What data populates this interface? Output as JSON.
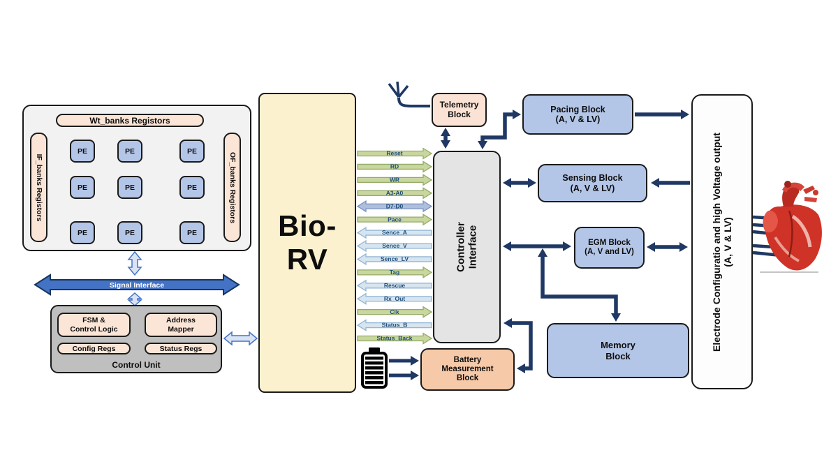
{
  "labels": {
    "wt_banner": "Wt_banks Registors",
    "if_reg": "IF_banks Registors",
    "of_reg": "OF_banks Registors",
    "pe": "PE",
    "signal_interface": "Signal Interface",
    "fsm": "FSM &\nControl Logic",
    "address_mapper": "Address\nMapper",
    "config_regs": "Config Regs",
    "status_regs": "Status Regs",
    "control_unit": "Control Unit",
    "bio_rv": "Bio-RV",
    "controller_interface": "Controller\nInterface",
    "telemetry": "Telemetry\nBlock",
    "pacing": "Pacing Block\n(A, V & LV)",
    "sensing": "Sensing Block\n(A, V & LV)",
    "egm": "EGM Block\n(A, V and LV)",
    "memory": "Memory\nBlock",
    "battery_measurement": "Battery\nMeasurement\nBlock",
    "electrode": "Electrode Configuratio and high Voltage output\n(A, V & LV)"
  },
  "signals": [
    {
      "label": "Reset",
      "dir": "right",
      "type": "green"
    },
    {
      "label": "RD",
      "dir": "right",
      "type": "green"
    },
    {
      "label": "WR",
      "dir": "right",
      "type": "green"
    },
    {
      "label": "A3-A0",
      "dir": "right",
      "type": "green"
    },
    {
      "label": "D7-D0",
      "dir": "both",
      "type": "blue"
    },
    {
      "label": "Pace",
      "dir": "right",
      "type": "green"
    },
    {
      "label": "Sence_A",
      "dir": "left",
      "type": "lightblue"
    },
    {
      "label": "Sence_V",
      "dir": "left",
      "type": "lightblue"
    },
    {
      "label": "Sence_LV",
      "dir": "left",
      "type": "lightblue"
    },
    {
      "label": "Tag",
      "dir": "right",
      "type": "green"
    },
    {
      "label": "Rescue",
      "dir": "left",
      "type": "lightblue"
    },
    {
      "label": "Rx_Out",
      "dir": "left",
      "type": "lightblue"
    },
    {
      "label": "Clk",
      "dir": "right",
      "type": "green"
    },
    {
      "label": "Status_B",
      "dir": "left",
      "type": "lightblue"
    },
    {
      "label": "Status_Back",
      "dir": "right",
      "type": "green"
    }
  ],
  "colors": {
    "navy_connector": "#1f3864",
    "blue_block": "#b4c6e7",
    "peach_block": "#fbe5d6",
    "battery_block": "#f6c9a8",
    "bio_rv_fill": "#fbf1cf",
    "signal_bar": "#4472c4",
    "green_arrow": "#c9d79f",
    "lightblue_arrow": "#d7e5f0",
    "signal_text": "#1f4e79"
  }
}
